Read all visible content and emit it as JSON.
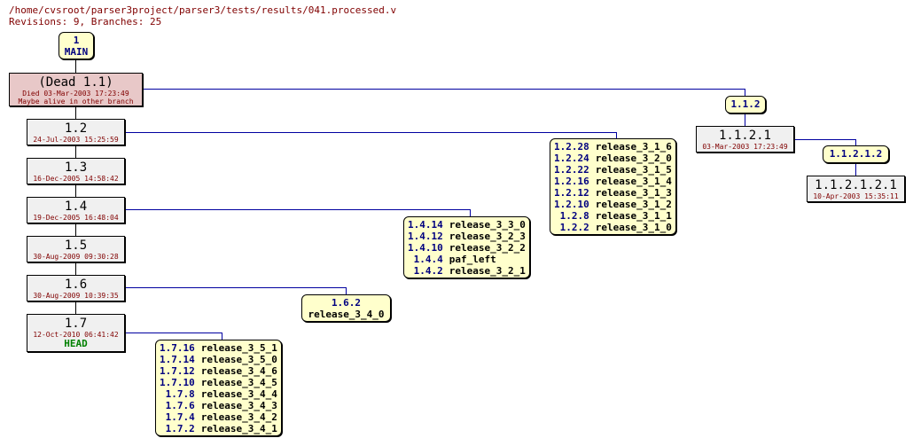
{
  "header": {
    "path": "/home/cvsroot/parser3project/parser3/tests/results/041.processed.v",
    "summary": "Revisions: 9, Branches: 25"
  },
  "main_branch": {
    "number": "1",
    "name": "MAIN"
  },
  "dead": {
    "title": "(Dead 1.1)",
    "died": "Died 03-Mar-2003 17:23:49",
    "note": "Maybe alive in other branch"
  },
  "revisions": [
    {
      "rev": "1.2",
      "date": "24-Jul-2003 15:25:59"
    },
    {
      "rev": "1.3",
      "date": "16-Dec-2005 14:58:42"
    },
    {
      "rev": "1.4",
      "date": "19-Dec-2005 16:48:04"
    },
    {
      "rev": "1.5",
      "date": "30-Aug-2009 09:30:28"
    },
    {
      "rev": "1.6",
      "date": "30-Aug-2009 10:39:35"
    },
    {
      "rev": "1.7",
      "date": "12-Oct-2010 06:41:42",
      "head": "HEAD"
    }
  ],
  "tags_1_2": [
    {
      "rev": "1.2.28",
      "tag": "release_3_1_6"
    },
    {
      "rev": "1.2.24",
      "tag": "release_3_2_0"
    },
    {
      "rev": "1.2.22",
      "tag": "release_3_1_5"
    },
    {
      "rev": "1.2.16",
      "tag": "release_3_1_4"
    },
    {
      "rev": "1.2.12",
      "tag": "release_3_1_3"
    },
    {
      "rev": "1.2.10",
      "tag": "release_3_1_2"
    },
    {
      "rev": "1.2.8",
      "tag": "release_3_1_1"
    },
    {
      "rev": "1.2.2",
      "tag": "release_3_1_0"
    }
  ],
  "tags_1_4": [
    {
      "rev": "1.4.14",
      "tag": "release_3_3_0"
    },
    {
      "rev": "1.4.12",
      "tag": "release_3_2_3"
    },
    {
      "rev": "1.4.10",
      "tag": "release_3_2_2"
    },
    {
      "rev": "1.4.4",
      "tag": "paf_left"
    },
    {
      "rev": "1.4.2",
      "tag": "release_3_2_1"
    }
  ],
  "tag_1_6": {
    "rev": "1.6.2",
    "tag": "release_3_4_0"
  },
  "tags_1_7": [
    {
      "rev": "1.7.16",
      "tag": "release_3_5_1"
    },
    {
      "rev": "1.7.14",
      "tag": "release_3_5_0"
    },
    {
      "rev": "1.7.12",
      "tag": "release_3_4_6"
    },
    {
      "rev": "1.7.10",
      "tag": "release_3_4_5"
    },
    {
      "rev": "1.7.8",
      "tag": "release_3_4_4"
    },
    {
      "rev": "1.7.6",
      "tag": "release_3_4_3"
    },
    {
      "rev": "1.7.4",
      "tag": "release_3_4_2"
    },
    {
      "rev": "1.7.2",
      "tag": "release_3_4_1"
    }
  ],
  "branch_1_1_2": {
    "label": "1.1.2",
    "revision": {
      "rev": "1.1.2.1",
      "date": "03-Mar-2003 17:23:49"
    },
    "sub_label": "1.1.2.1.2",
    "sub_revision": {
      "rev": "1.1.2.1.2.1",
      "date": "10-Apr-2003 15:35:11"
    }
  }
}
